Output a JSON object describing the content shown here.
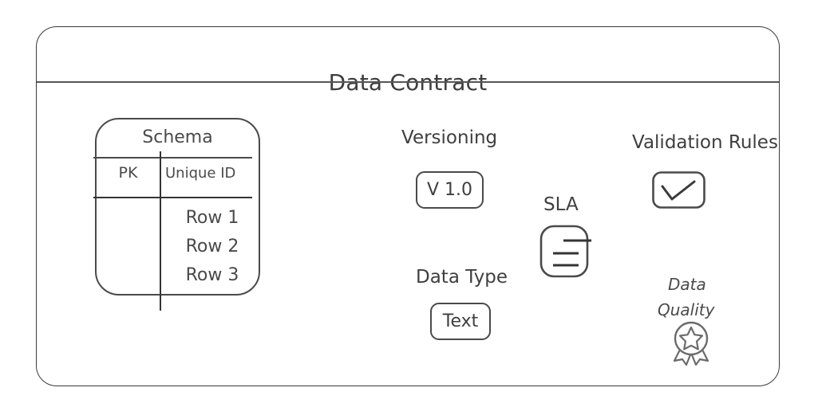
{
  "diagram": {
    "title": "Data Contract",
    "schema": {
      "title": "Schema",
      "columns": [
        "PK",
        "Unique ID"
      ],
      "rows": [
        "Row 1",
        "Row 2",
        "Row 3"
      ]
    },
    "features": [
      {
        "id": "versioning",
        "label": "Versioning",
        "value": "V 1.0",
        "icon": "rounded-chip-icon"
      },
      {
        "id": "data-type",
        "label": "Data Type",
        "value": "Text",
        "icon": "rounded-chip-icon"
      },
      {
        "id": "sla",
        "label": "SLA",
        "value": "",
        "icon": "document-lines-icon"
      },
      {
        "id": "validation-rules",
        "label": "Validation Rules",
        "value": "",
        "icon": "checkmark-box-icon"
      },
      {
        "id": "data-quality",
        "label_line1": "Data",
        "label_line2": "Quality",
        "value": "",
        "icon": "award-badge-star-icon"
      }
    ],
    "colors": {
      "stroke": "#4a4a4a",
      "title_text": "#3d3d3d",
      "background": "#ffffff"
    }
  }
}
